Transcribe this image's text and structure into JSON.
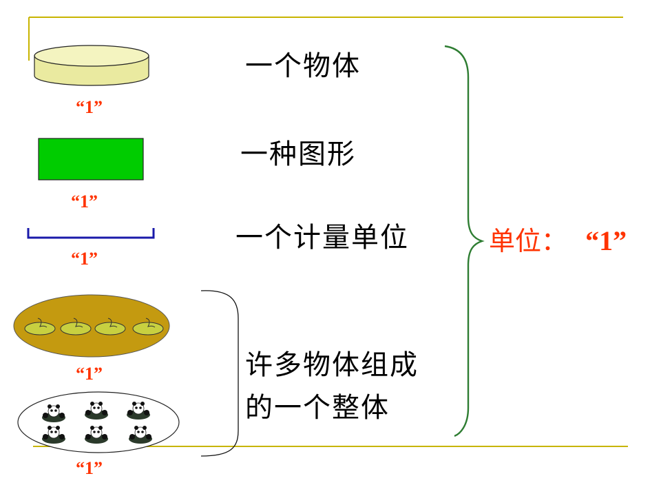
{
  "unit_labels": [
    "“1”",
    "“1”",
    "“1”",
    "“1”",
    "“1”"
  ],
  "descriptions": {
    "object": "一个物体",
    "shape": "一种图形",
    "measure_unit": "一个计量单位",
    "whole_line1": "许多物体组成",
    "whole_line2": "的一个整体"
  },
  "conclusion": {
    "prefix": "单位：",
    "value": "“1”"
  },
  "colors": {
    "frame": "#c8b400",
    "cylinder": "#eaeaa0",
    "rectangle": "#00cc00",
    "segment": "#1a1aaa",
    "plate": "#c49a10",
    "fruit": "#c8d040",
    "brace": "#2e7d32",
    "red_text": "#ff3300"
  }
}
